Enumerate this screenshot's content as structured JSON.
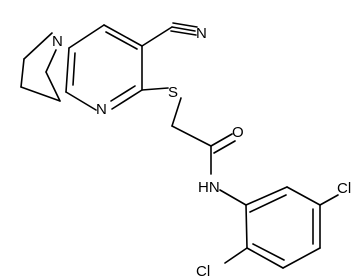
{
  "molecule": {
    "atoms": {
      "n_bridge": "N",
      "n_cyano": "N",
      "n_ring": "N",
      "s": "S",
      "o": "O",
      "nh": "HN",
      "cl1": "Cl",
      "cl2": "Cl"
    }
  },
  "colors": {
    "bond": "#000000",
    "label": "#000000",
    "background": "#ffffff"
  }
}
